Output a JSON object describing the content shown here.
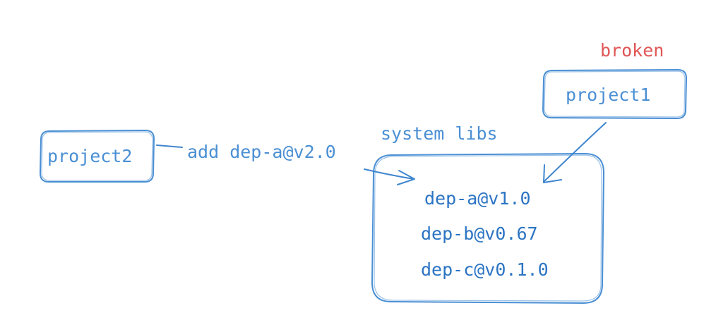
{
  "labels": {
    "broken": "broken",
    "project1": "project1",
    "project2": "project2",
    "edge_label": "add dep-a@v2.0",
    "system_libs": "system libs"
  },
  "system_libs": {
    "items": [
      "dep-a@v1.0",
      "dep-b@v0.67",
      "dep-c@v0.1.0"
    ]
  },
  "colors": {
    "stroke": "#4a8fd4",
    "text": "#4a8fd4",
    "dep_text": "#2b74c3",
    "broken": "#e05656"
  }
}
